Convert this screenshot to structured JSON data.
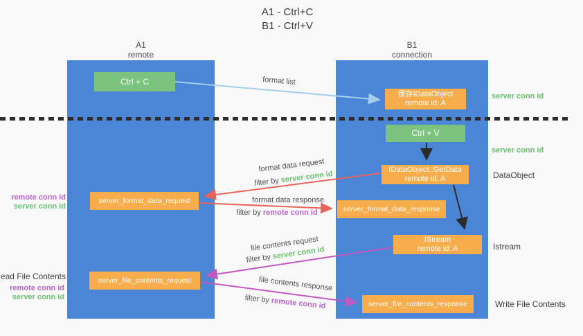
{
  "title": {
    "line1": "A1 - Ctrl+C",
    "line2": "B1 - Ctrl+V"
  },
  "lifelines": {
    "a1": {
      "name": "A1",
      "role": "remote"
    },
    "b1": {
      "name": "B1",
      "role": "connection"
    }
  },
  "nodes": {
    "ctrl_c": {
      "label": "Ctrl + C"
    },
    "ctrl_v": {
      "label": "Ctrl + V"
    },
    "save_idataobject": {
      "line1": "保存IDataObject",
      "line2": "remote id: A"
    },
    "idataobject_getdata": {
      "line1": "IDataObject::GetData",
      "line2": "remote id: A"
    },
    "istream": {
      "line1": "IStream",
      "line2": "remote id: A"
    },
    "server_format_data_request": {
      "label": "server_format_data_request"
    },
    "server_format_data_response": {
      "label": "server_format_data_response"
    },
    "server_file_contents_request": {
      "label": "server_file_contents_request"
    },
    "server_file_contents_response": {
      "label": "server_file_contents_response"
    }
  },
  "arrow_labels": {
    "format_list": "format list",
    "format_data_request": "format data request",
    "format_data_response": "format data response",
    "file_contents_request": "file contents request",
    "file_contents_response": "file contents response",
    "filter_by": "filter by",
    "server_conn_id": "server conn id",
    "remote_conn_id": "remote conn id"
  },
  "side_labels": {
    "left": {
      "remote_conn_id_1": "remote conn id",
      "server_conn_id_1": "server conn id",
      "read_file_contents": "Read File Contents",
      "remote_conn_id_2": "remote conn id",
      "server_conn_id_2": "server conn id"
    },
    "right": {
      "server_conn_id_1": "server conn id",
      "server_conn_id_2": "server conn id",
      "dataobject": "DataObject",
      "istream": "Istream",
      "write_file_contents": "Write File Contents"
    }
  },
  "colors": {
    "lifeline_blue": "#4a85d6",
    "box_green": "#7cc47e",
    "box_orange": "#f7ad4c",
    "arrow_light_blue": "#a5cdec",
    "arrow_red": "#e7635c",
    "arrow_magenta": "#c159c1",
    "arrow_black": "#2b2b2b",
    "label_green": "#6abf70",
    "label_purple": "#b765c9",
    "background": "#f9f9f9"
  }
}
